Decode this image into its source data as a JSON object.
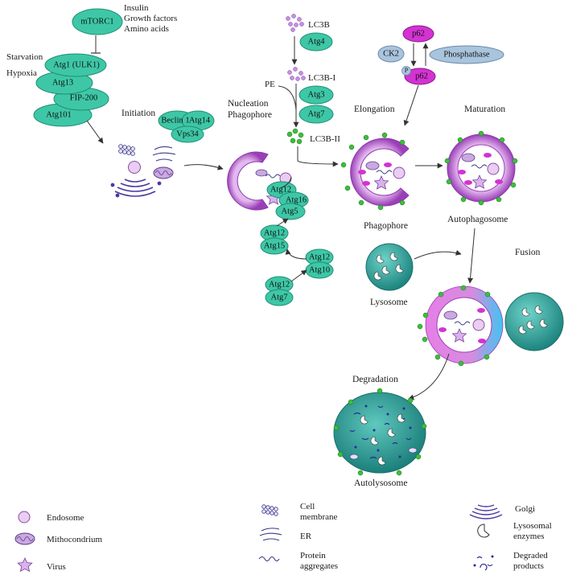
{
  "colors": {
    "protein": "#3ec7a6",
    "protein_stroke": "#1f8f75",
    "purple": "#b04fc7",
    "lilac": "#d9a8e6",
    "lysosome": "#2fa7a0",
    "green_dot": "#3bbf3b",
    "cyan": "#5fd0f0",
    "magenta": "#cc33cc",
    "ck2": "#a9c4dd"
  },
  "upstream": {
    "mtorc1": "mTORC1",
    "signals": [
      "Insulin",
      "Growth factors",
      "Amino acids"
    ],
    "stress": [
      "Starvation",
      "Hypoxia"
    ],
    "complex": [
      "Atg1 (ULK1)",
      "Atg13",
      "FIP-200",
      "Atg101"
    ]
  },
  "stages": {
    "initiation": "Initiation",
    "nucleation": [
      "Nucleation",
      "Phagophore"
    ],
    "elongation": "Elongation",
    "maturation": "Maturation",
    "fusion": "Fusion",
    "degradation": "Degradation"
  },
  "beclin_complex": [
    "Beclin 1",
    "Atg14",
    "Vps34"
  ],
  "lc3": {
    "lc3b": "LC3B",
    "atg4": "Atg4",
    "pe": "PE",
    "lc3b1": "LC3B-I",
    "atg3": "Atg3",
    "atg7": "Atg7",
    "lc3b2": "LC3B-II"
  },
  "conjugation": {
    "complex": [
      "Atg12",
      "Atg16",
      "Atg5"
    ],
    "atg12_15": [
      "Atg12",
      "Atg15"
    ],
    "atg12_10": [
      "Atg12",
      "Atg10"
    ],
    "atg12_7": [
      "Atg12",
      "Atg7"
    ]
  },
  "p62": {
    "p62_top": "p62",
    "p62_bottom": "p62",
    "ck2": "CK2",
    "phosphatase": "Phosphathase",
    "p_mark": "P"
  },
  "structures": {
    "phagophore": "Phagophore",
    "autophagosome": "Autophagosome",
    "lysosome": "Lysosome",
    "autolysosome": "Autolysosome"
  },
  "legend": {
    "endosome": "Endosome",
    "mitochondrion": "Mithocondrium",
    "virus": "Virus",
    "cell_membrane": [
      "Cell",
      "membrane"
    ],
    "er": "ER",
    "protein_aggregates": [
      "Protein",
      "aggregates"
    ],
    "golgi": "Golgi",
    "lysosomal_enzymes": [
      "Lysosomal",
      "enzymes"
    ],
    "degraded_products": [
      "Degraded",
      "products"
    ]
  }
}
